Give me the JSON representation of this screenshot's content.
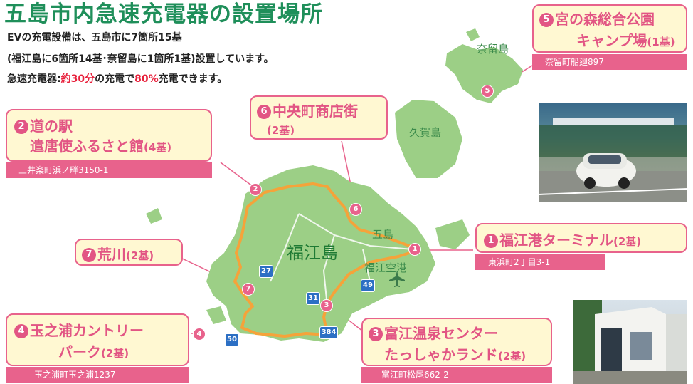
{
  "title": "五島市内急速充電器の設置場所",
  "intro": {
    "line1": "EVの充電設備は、五島市に7箇所15基",
    "line2": "(福江島に6箇所14基･奈留島に1箇所1基)設置しています。",
    "line3_prefix": "急速充電器:",
    "line3_red1": "約30分",
    "line3_mid": "の充電で",
    "line3_red2": "80%",
    "line3_suffix": "充電できます。"
  },
  "colors": {
    "title": "#1f8f5a",
    "accent": "#e8628c",
    "box_fill": "#fff8d2",
    "land": "#9ccf86",
    "sea": "#ffffff",
    "route": "#f5a33a",
    "highlight": "#e8213c",
    "road": "#2c6fc4"
  },
  "map_labels": {
    "naru": "奈留島",
    "kuga": "久賀島",
    "fukue_island": "福江島",
    "goshima": "五島",
    "airport": "福江空港"
  },
  "routes": [
    "27",
    "31",
    "49",
    "50",
    "384"
  ],
  "airport_icon": "airplane-icon",
  "locations": [
    {
      "num": "1",
      "name": "福江港ターミナル",
      "count": "(2基)",
      "address": "東浜町2丁目3-1"
    },
    {
      "num": "2",
      "name_line1": "道の駅",
      "name_line2": "遣唐使ふるさと館",
      "count": "(4基)",
      "address": "三井楽町浜ノ畔3150-1"
    },
    {
      "num": "3",
      "name_line1": "富江温泉センター",
      "name_line2": "たっしゃかランド",
      "count": "(2基)",
      "address": "富江町松尾662-2"
    },
    {
      "num": "4",
      "name_line1": "玉之浦カントリー",
      "name_line2": "パーク",
      "count": "(2基)",
      "address": "玉之浦町玉之浦1237"
    },
    {
      "num": "5",
      "name_line1": "宮の森総合公園",
      "name_line2": "キャンプ場",
      "count": "(1基)",
      "address": "奈留町船廻897"
    },
    {
      "num": "6",
      "name": "中央町商店街",
      "count": "(2基)"
    },
    {
      "num": "7",
      "name": "荒川",
      "count": "(2基)"
    }
  ]
}
